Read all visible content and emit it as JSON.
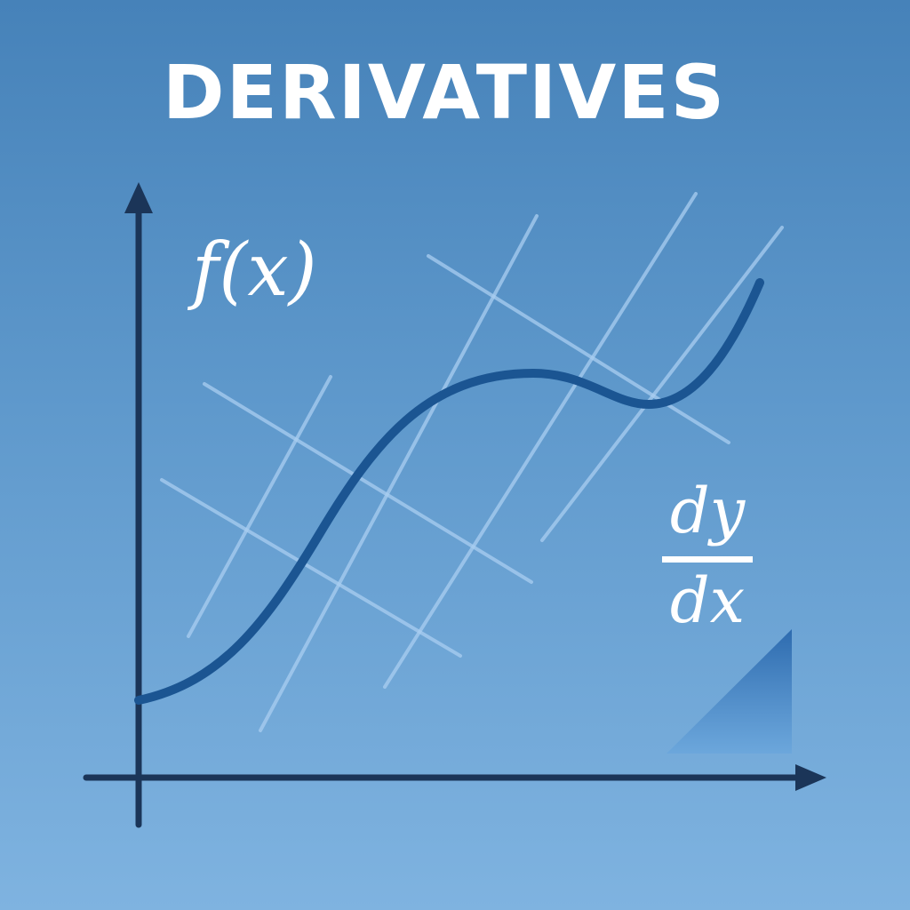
{
  "title": "DERIVATIVES",
  "function_label": "f(x)",
  "derivative": {
    "numerator": "dy",
    "denominator": "dx"
  },
  "colors": {
    "background_top": "#4682b9",
    "background_bottom": "#7fb3e0",
    "axis": "#1b3558",
    "curve": "#1b5592",
    "grid": "#aacdf0",
    "text": "#ffffff",
    "slope_triangle": "#2a68ad"
  }
}
